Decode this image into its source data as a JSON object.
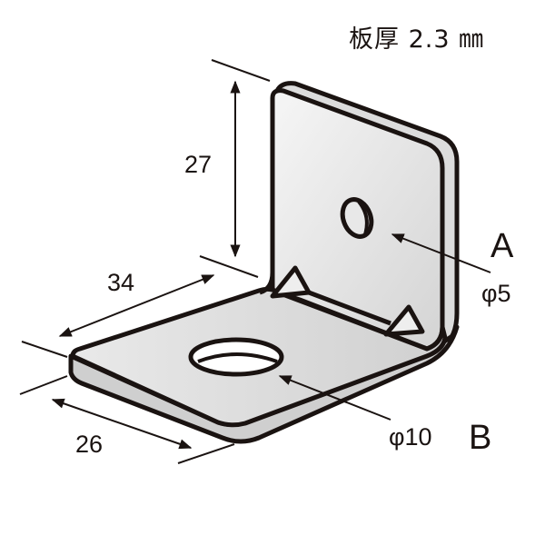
{
  "title": "板厚 2.3 ㎜",
  "dimensions": {
    "height": "27",
    "depth": "34",
    "width": "26"
  },
  "holes": {
    "a": {
      "label": "A",
      "diameter": "φ5"
    },
    "b": {
      "label": "B",
      "diameter": "φ10"
    }
  },
  "colors": {
    "outline": "#1a1311",
    "metal_light": "#f2f2f2",
    "metal_mid": "#d9d9d9",
    "background": "#ffffff"
  }
}
